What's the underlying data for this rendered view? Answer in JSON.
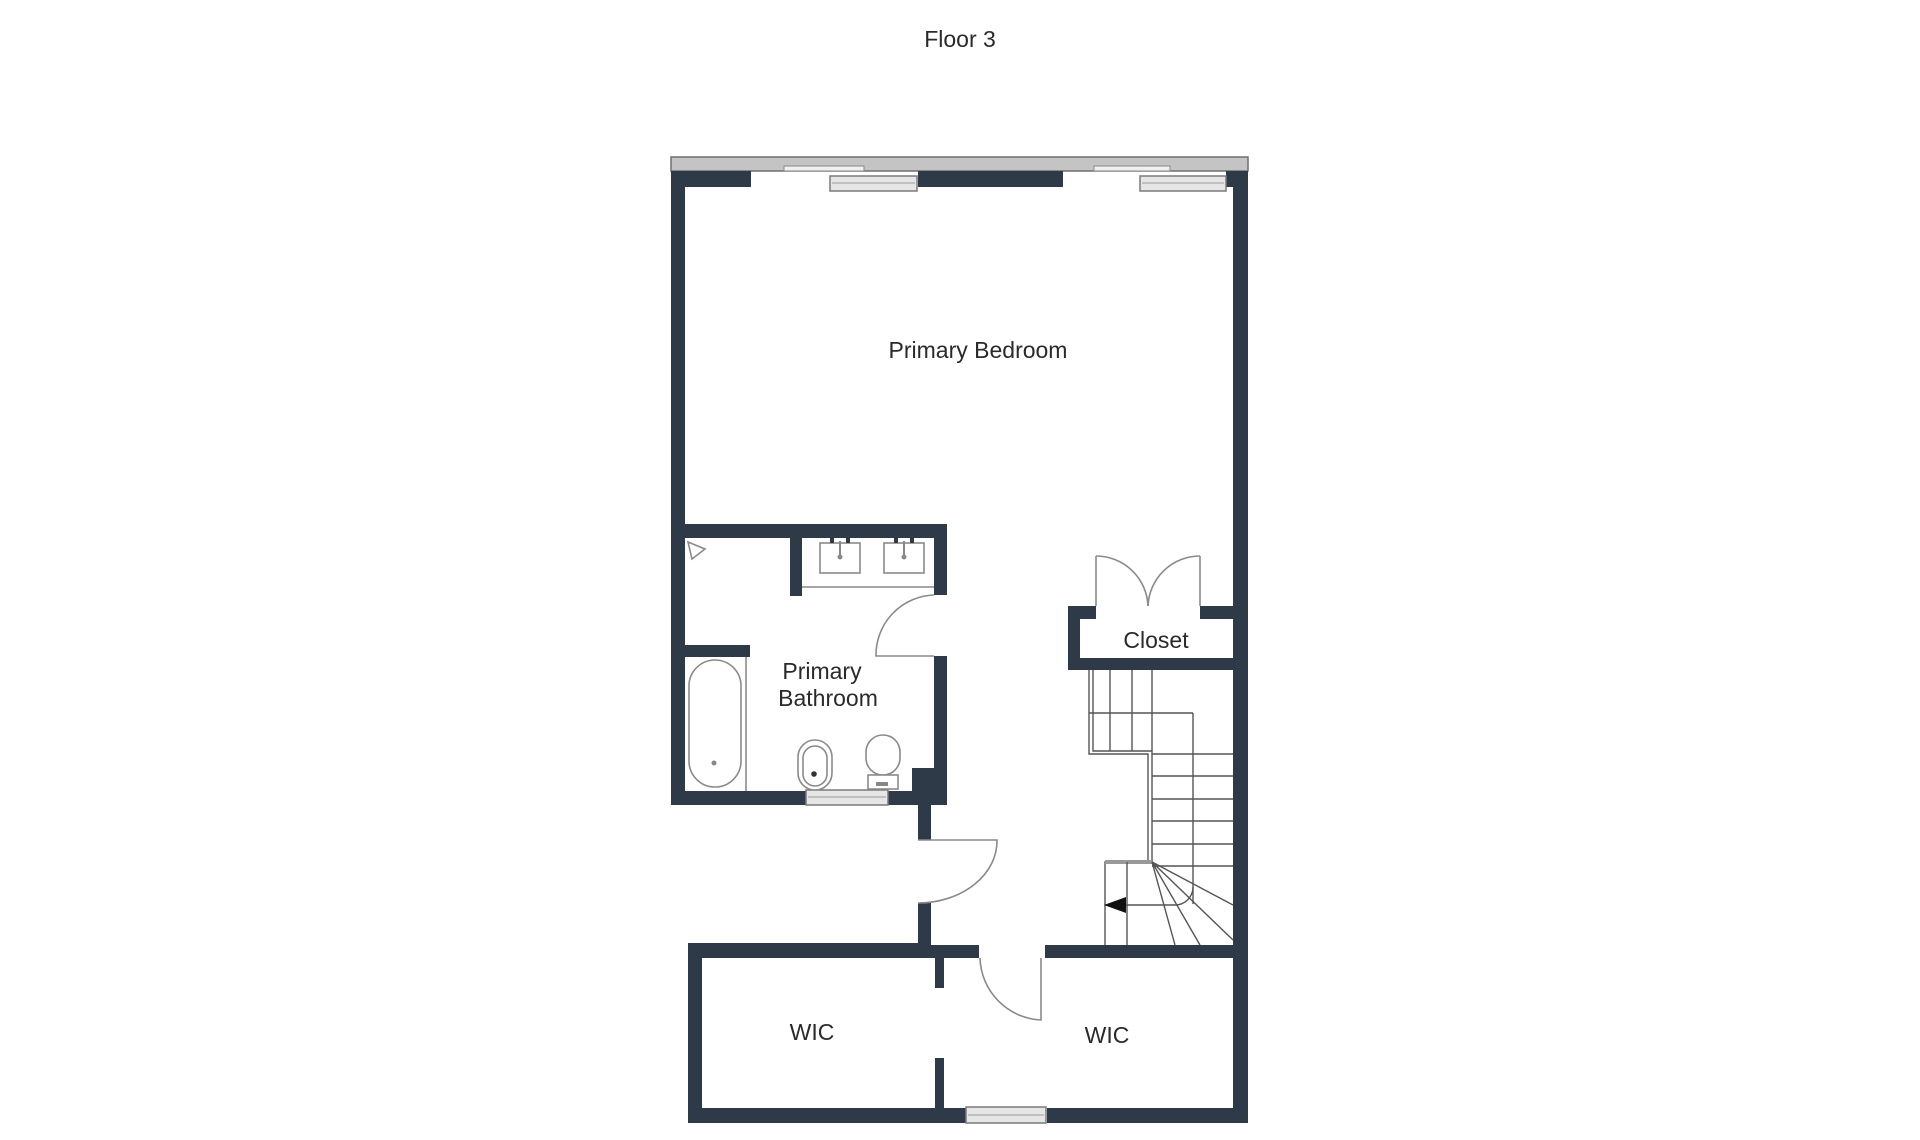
{
  "floor_title": "Floor 3",
  "colors": {
    "wall": "#2e3a48",
    "background": "#ffffff",
    "label_text": "#2a2a2a",
    "fixture_line": "#8a8a8a"
  },
  "rooms": [
    {
      "id": "primary-bedroom",
      "label_lines": [
        "Primary Bedroom"
      ]
    },
    {
      "id": "primary-bathroom",
      "label_lines": [
        "Primary",
        "Bathroom"
      ]
    },
    {
      "id": "closet",
      "label_lines": [
        "Closet"
      ]
    },
    {
      "id": "wic-left",
      "label_lines": [
        "WIC"
      ]
    },
    {
      "id": "wic-right",
      "label_lines": [
        "WIC"
      ]
    }
  ],
  "fixtures": [
    "bathtub",
    "bidet",
    "toilet",
    "double-vanity-sink",
    "shower-head",
    "staircase",
    "stair-direction-arrow"
  ],
  "windows_count": 4,
  "doors_count": 5
}
